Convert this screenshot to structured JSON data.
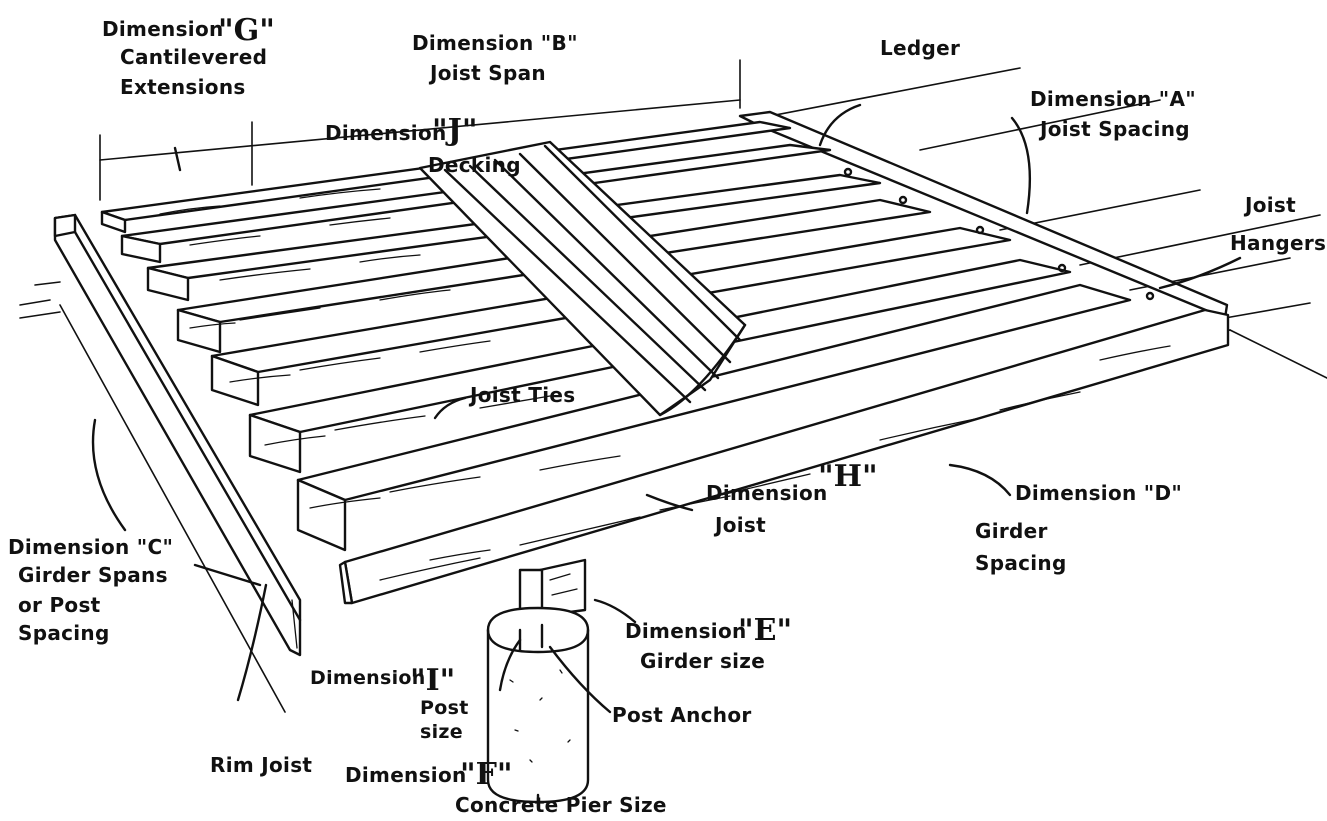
{
  "labels": {
    "dim_g": {
      "line1": "Dimension",
      "mark": "\"G\"",
      "line2": "Cantilevered",
      "line3": "Extensions"
    },
    "dim_b": {
      "line1": "Dimension \"B\"",
      "line2": "Joist Span"
    },
    "ledger": "Ledger",
    "dim_a": {
      "line1": "Dimension \"A\"",
      "line2": "Joist Spacing"
    },
    "dim_j": {
      "line1": "Dimension",
      "mark": "\"J\""
    },
    "decking": "Decking",
    "joist_hangers": {
      "line1": "Joist",
      "line2": "Hangers"
    },
    "joist_ties": "Joist Ties",
    "dim_h": {
      "line1": "Dimension",
      "mark": "\"H\""
    },
    "joist": "Joist",
    "dim_d": {
      "line1": "Dimension \"D\"",
      "line2": "Girder",
      "line3": "Spacing"
    },
    "dim_c": {
      "line1": "Dimension \"C\"",
      "line2": "Girder Spans",
      "line3": "or Post",
      "line4": "Spacing"
    },
    "dim_e": {
      "line1": "Dimension",
      "mark": "\"E\"",
      "line2": "Girder size"
    },
    "dim_i": {
      "line1": "Dimension",
      "mark": "\"I\"",
      "line2": "Post",
      "line3": "size"
    },
    "post_anchor": "Post Anchor",
    "rim_joist": "Rim Joist",
    "dim_f": {
      "line1": "Dimension",
      "mark": "\"F\"",
      "line2": "Concrete Pier Size"
    }
  },
  "colors": {
    "ink": "#111111",
    "paper": "#ffffff"
  }
}
